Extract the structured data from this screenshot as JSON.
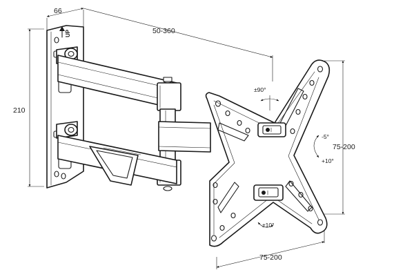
{
  "dimensions": {
    "depth_min": "66",
    "depth_range": "50-360",
    "height": "210",
    "vesa_vertical": "75-200",
    "vesa_horizontal": "75-200"
  },
  "rotation_labels": {
    "swivel": "±90°",
    "tilt_up": "-5°",
    "tilt_down": "+10°",
    "level": "±10°"
  },
  "markings": {
    "up": "UP"
  }
}
